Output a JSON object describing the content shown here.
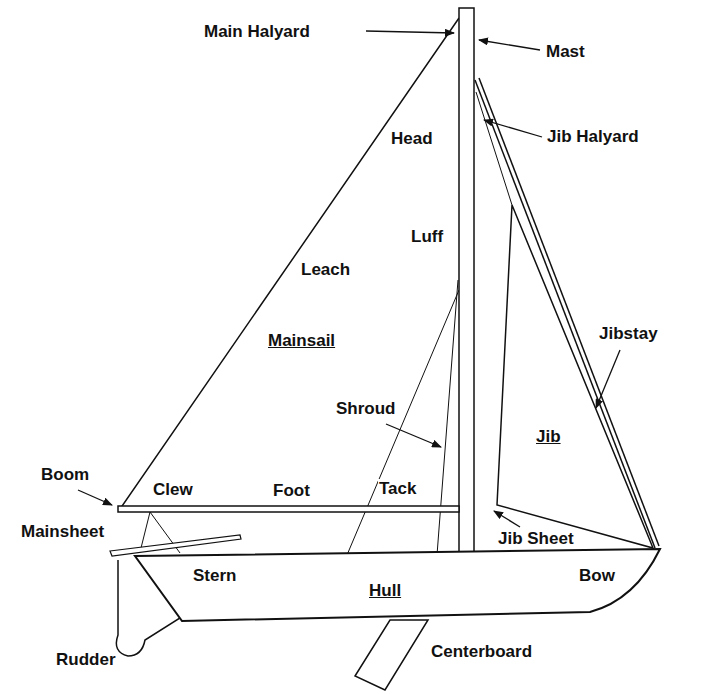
{
  "diagram": {
    "labels": [
      "Main Halyard",
      "Mast",
      "Head",
      "Jib Halyard",
      "Luff",
      "Leach",
      "Mainsail",
      "Jibstay",
      "Shroud",
      "Jib",
      "Boom",
      "Clew",
      "Foot",
      "Tack",
      "Mainsheet",
      "Jib Sheet",
      "Stern",
      "Bow",
      "Hull",
      "Rudder",
      "Centerboard"
    ]
  }
}
